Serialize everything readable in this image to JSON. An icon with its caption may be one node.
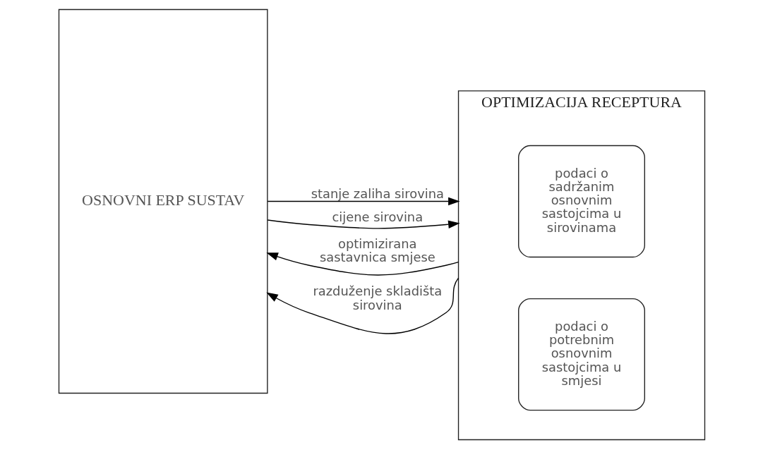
{
  "diagram": {
    "nodes": [
      {
        "text": [
          "OSNOVNI ERP SUSTAV"
        ]
      },
      {
        "text": [
          "OPTIMIZACIJA RECEPTURA"
        ]
      },
      {
        "text": [
          "podaci o sadržanim osnovnim sastojcima u sirovinama"
        ],
        "in": 1
      },
      {
        "text": [
          "podaci o potrebnim osnovnim sastojcima u smjesi"
        ],
        "in": 1
      }
    ],
    "edges": [
      {
        "from": 0,
        "to": 1,
        "arrow": "to",
        "label": "stanje zaliha sirovina"
      },
      {
        "from": 0,
        "to": 1,
        "arrow": "to",
        "label": "cijene sirovina"
      },
      {
        "from": 1,
        "to": 0,
        "arrow": "to",
        "label": "optimizirana sastavnica smjese"
      },
      {
        "from": 1,
        "to": 0,
        "arrow": "to",
        "label": "razduženje skladišta sirovina"
      }
    ]
  }
}
